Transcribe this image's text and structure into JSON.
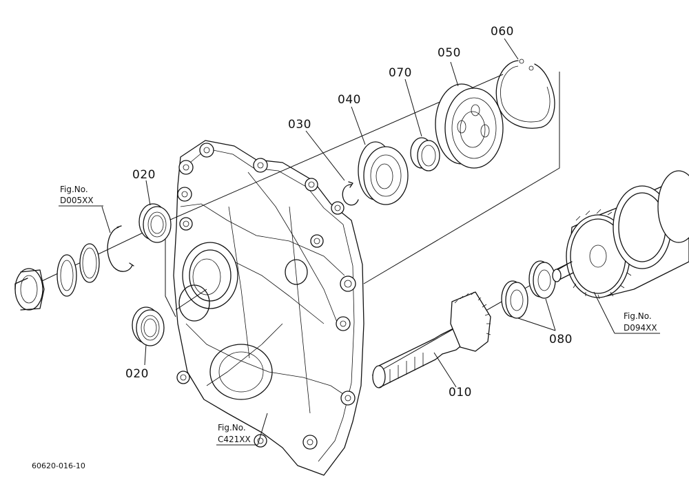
{
  "part_labels": {
    "p010": "010",
    "p020_top": "020",
    "p020_bottom": "020",
    "p030": "030",
    "p040": "040",
    "p050": "050",
    "p060": "060",
    "p070": "070",
    "p080": "080"
  },
  "figure_refs": {
    "d005": {
      "line1": "Fig.No.",
      "line2": "D005XX"
    },
    "d094": {
      "line1": "Fig.No.",
      "line2": "D094XX"
    },
    "c421": {
      "line1": "Fig.No.",
      "line2": "C421XX"
    }
  },
  "drawing_code": "60620-016-10"
}
